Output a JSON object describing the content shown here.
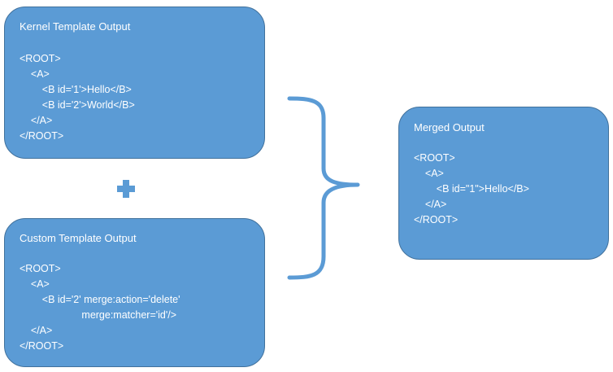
{
  "kernel": {
    "title": "Kernel Template Output",
    "lines": [
      "<ROOT>",
      "    <A>",
      "        <B id='1'>Hello</B>",
      "        <B id='2'>World</B>",
      "    </A>",
      "</ROOT>"
    ]
  },
  "custom": {
    "title": "Custom Template Output",
    "lines": [
      "<ROOT>",
      "    <A>",
      "        <B id='2' merge:action='delete'",
      "                      merge:matcher='id'/>",
      "    </A>",
      "</ROOT>"
    ]
  },
  "merged": {
    "title": "Merged Output",
    "lines": [
      "<ROOT>",
      "    <A>",
      "        <B id=\"1\">Hello</B>",
      "    </A>",
      "</ROOT>"
    ]
  },
  "colors": {
    "box_fill": "#5b9bd5",
    "box_border": "#41719c",
    "text": "#ffffff"
  },
  "icons": {
    "plus": "plus-icon",
    "brace": "right-curly-brace"
  }
}
